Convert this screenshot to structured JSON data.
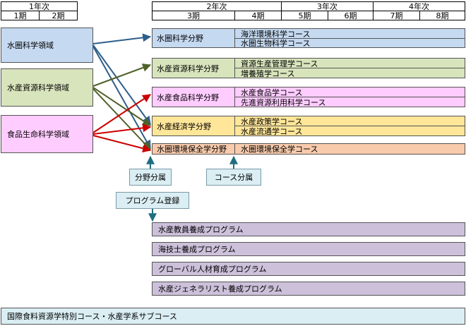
{
  "header": {
    "year1": "1年次",
    "year2": "2年次",
    "year3": "3年次",
    "year4": "4年次",
    "terms": [
      "1期",
      "2期",
      "3期",
      "4期",
      "5期",
      "6期",
      "7期",
      "8期"
    ]
  },
  "domains": [
    {
      "label": "水圏科学領域",
      "color": "#c5d9f1"
    },
    {
      "label": "水産資源科学領域",
      "color": "#d8e4bc"
    },
    {
      "label": "食品生命科学領域",
      "color": "#ffccff"
    }
  ],
  "fields": [
    {
      "label": "水圏科学分野",
      "color": "#c5d9f1",
      "courses": [
        "海洋環境科学コース",
        "水圏生物科学コース"
      ]
    },
    {
      "label": "水産資源科学分野",
      "color": "#d8e4bc",
      "courses": [
        "資源生産管理学コース",
        "増養殖学コース"
      ]
    },
    {
      "label": "水産食品科学分野",
      "color": "#ffccff",
      "courses": [
        "水産食品学コース",
        "先進資源利用科学コース"
      ]
    },
    {
      "label": "水産経済学分野",
      "color": "#ffe699",
      "courses": [
        "水産政策学コース",
        "水産流通学コース"
      ]
    },
    {
      "label": "水圏環境保全学分野",
      "color": "#f8cbad",
      "courses": [
        "水圏環境保全学コース"
      ]
    }
  ],
  "labels": {
    "field_assign": "分野分属",
    "course_assign": "コース分属",
    "program_register": "プログラム登録"
  },
  "programs": [
    "水産教員養成プログラム",
    "海技士養成プログラム",
    "グローバル人材育成プログラム",
    "水産ジェネラリスト養成プログラム"
  ],
  "footer": "国際食料資源学特別コース・水産学系サブコース",
  "colors": {
    "blue_arrow": "#2e5f8a",
    "green_arrow": "#4f6228",
    "red_arrow": "#cc0000",
    "teal_arrow": "#1f6f80",
    "label_bg": "#daeef3",
    "program_bg": "#ccc0da"
  }
}
